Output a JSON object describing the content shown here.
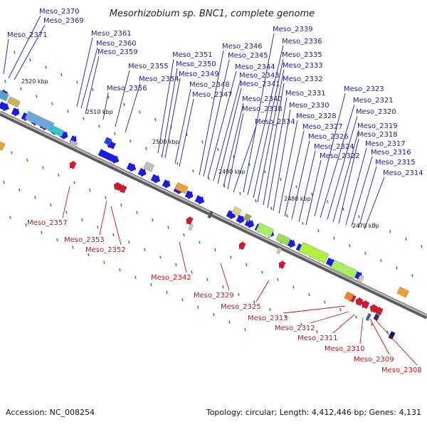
{
  "title": "Mesorhizobium sp. BNC1, complete genome",
  "footer": {
    "accession": "Accession: NC_008254",
    "topology": "Topology: circular; Length: 4,412,446 bp; Genes: 4,131"
  },
  "colors": {
    "forward_gene": "#1a1aee",
    "reverse_gene": "#ee1111",
    "backbone": "#8a8a8a",
    "tick": "#2a9a2a",
    "label_forward": "#1a1aa8",
    "label_reverse": "#d01010"
  },
  "scale_labels": [
    "2520 kbp",
    "2510 kbp",
    "2500 kbp",
    "2490 kbp",
    "2480 kbp",
    "2470 kbp"
  ],
  "top_labels": [
    "Meso_2370",
    "Meso_2369",
    "Meso_2371",
    "Meso_2361",
    "Meso_2360",
    "Meso_2359",
    "Meso_2351",
    "Meso_2350",
    "Meso_2349",
    "Meso_2355",
    "Meso_2354",
    "Meso_2356",
    "Meso_2348",
    "Meso_2347",
    "Meso_2346",
    "Meso_2345",
    "Meso_2344",
    "Meso_2343",
    "Meso_2341",
    "Meso_2340",
    "Meso_2338",
    "Meso_2334",
    "Meso_2339",
    "Meso_2336",
    "Meso_2335",
    "Meso_2333",
    "Meso_2332",
    "Meso_2331",
    "Meso_2330",
    "Meso_2328",
    "Meso_2327",
    "Meso_2326",
    "Meso_2324",
    "Meso_2322",
    "Meso_2323",
    "Meso_2321",
    "Meso_2320",
    "Meso_2319",
    "Meso_2318",
    "Meso_2317",
    "Meso_2316",
    "Meso_2315",
    "Meso_2314"
  ],
  "bottom_labels": [
    "Meso_2357",
    "Meso_2353",
    "Meso_2352",
    "Meso_2342",
    "Meso_2329",
    "Meso_2325",
    "Meso_2313",
    "Meso_2312",
    "Meso_2311",
    "Meso_2310",
    "Meso_2309",
    "Meso_2308"
  ]
}
